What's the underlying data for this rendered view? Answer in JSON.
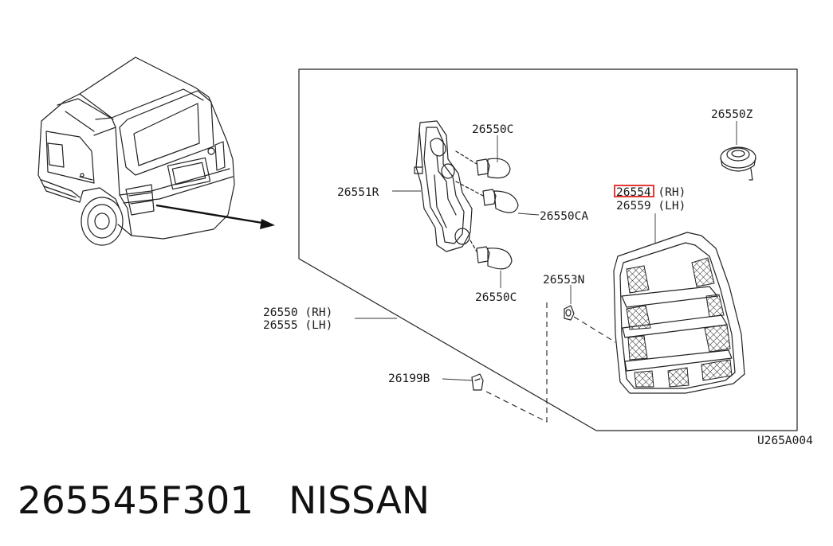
{
  "diagram": {
    "labels": {
      "bulb_upper": "26550C",
      "bulb_lower": "26550C",
      "bulb_amber": "26550CA",
      "socket": "26551R",
      "seal": "26550Z",
      "lamp_rh_prefix": "2655",
      "lamp_rh_suffix": "4 (RH)",
      "lamp_lh": "26559 (LH)",
      "nut": "26553N",
      "assembly_rh": "26550 (RH)",
      "assembly_lh": "26555 (LH)",
      "clip": "26199B",
      "figure_code": "U265A004"
    },
    "highlight_color": "#e53935"
  },
  "caption": {
    "part_number": "265545F301",
    "brand": "NISSAN"
  }
}
